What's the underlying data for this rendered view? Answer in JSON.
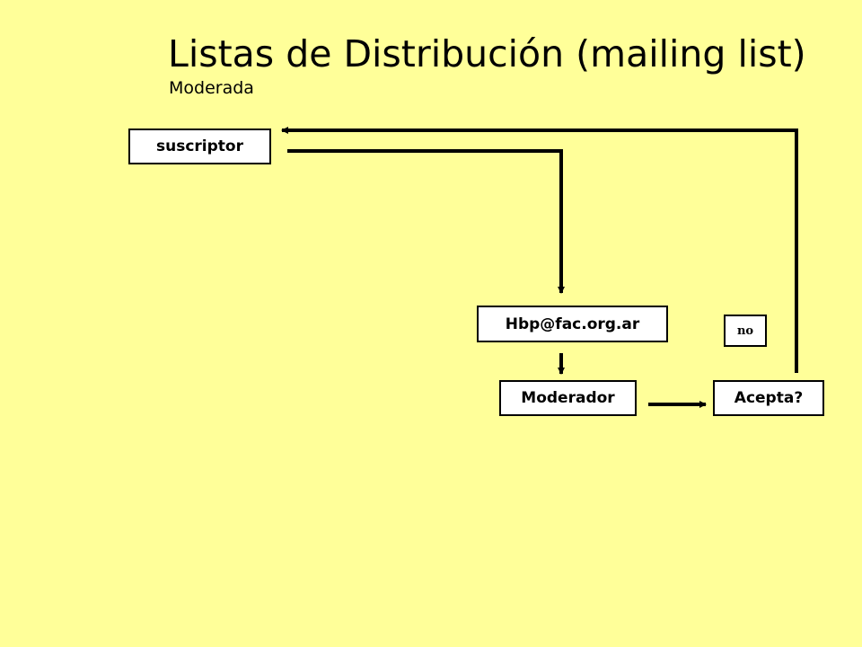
{
  "header": {
    "title": "Listas de Distribución (mailing list)",
    "subtitle": "Moderada"
  },
  "nodes": {
    "suscriptor": "suscriptor",
    "list_address": "Hbp@fac.org.ar",
    "moderador": "Moderador",
    "acepta": "Acepta?",
    "no_label": "no"
  },
  "colors": {
    "background": "#ffff99",
    "box_fill": "#ffffff",
    "stroke": "#000000"
  }
}
